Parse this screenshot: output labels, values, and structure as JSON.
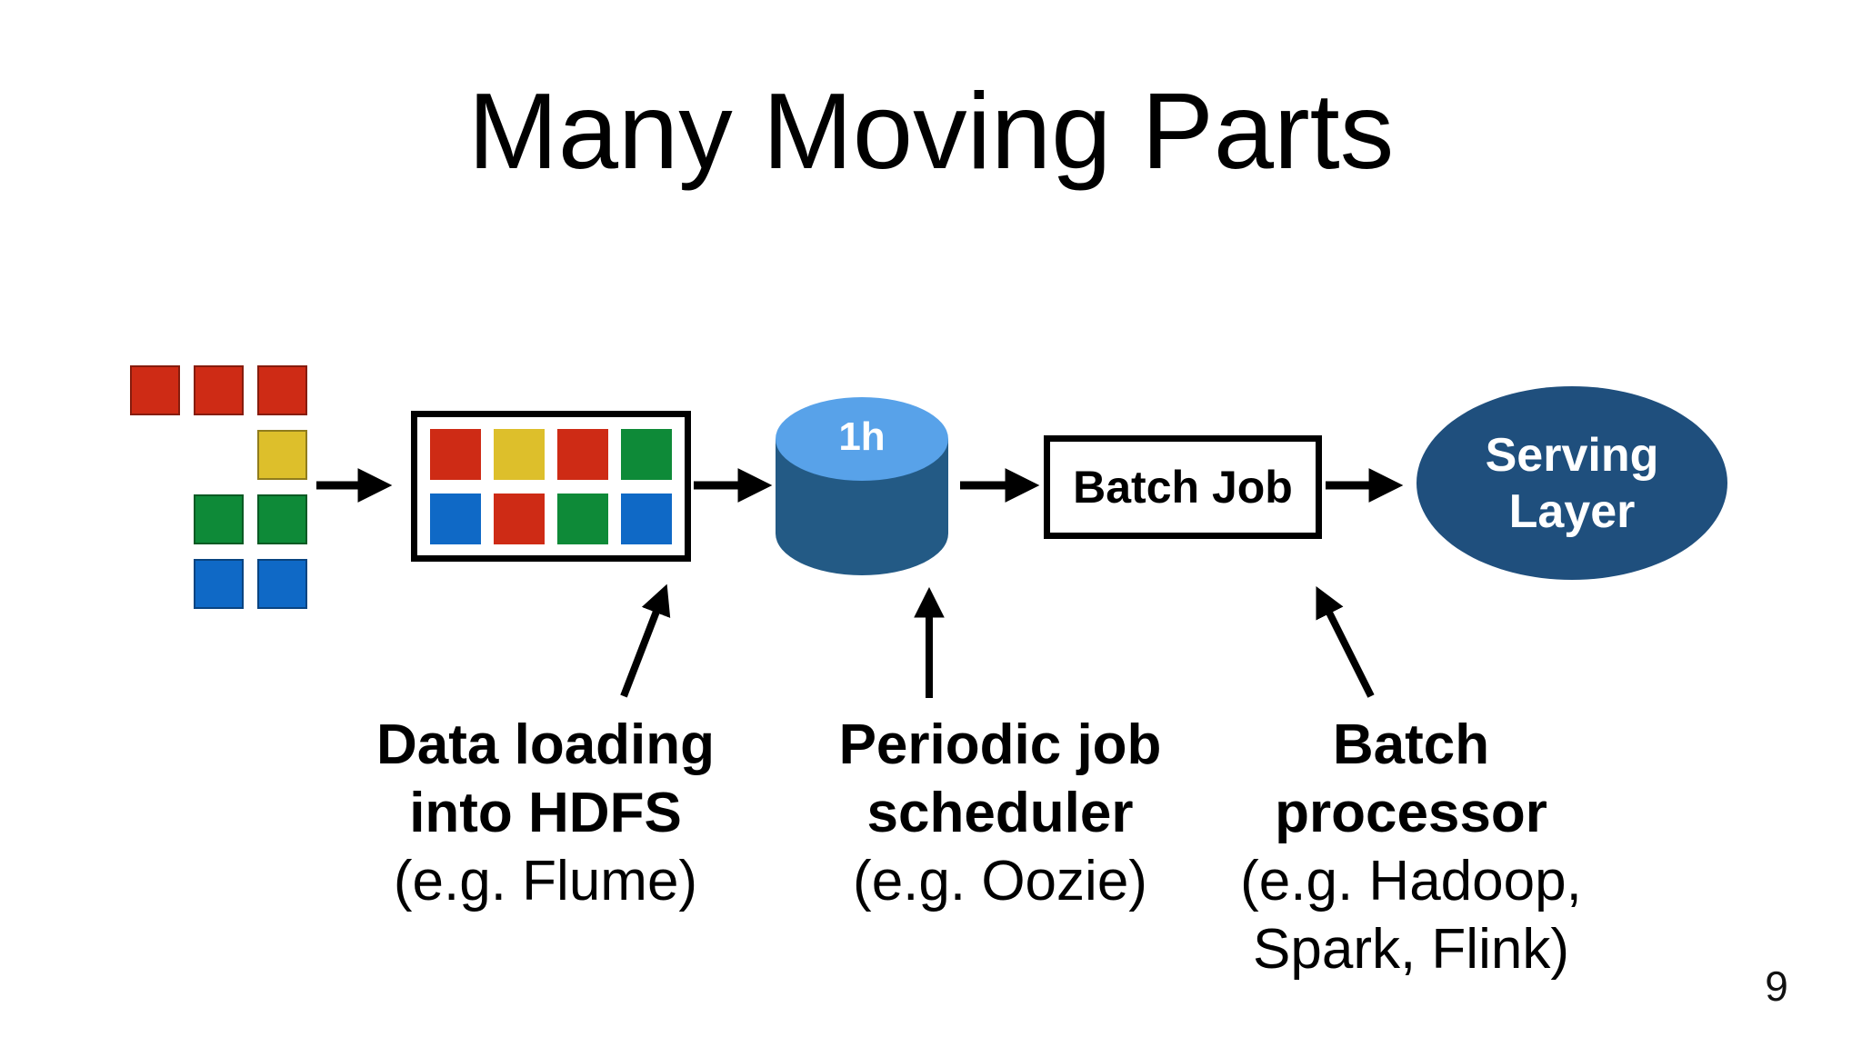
{
  "slide": {
    "title": "Many Moving Parts",
    "page_number": "9"
  },
  "palette": {
    "red": "#ce2b15",
    "yellow": "#ddbf2b",
    "green": "#0e8a38",
    "blue": "#0f69c6",
    "cylinder_top": "#58a2e9",
    "cylinder_body": "#235a85",
    "serving_fill": "#1f4f7d",
    "arrow": "#000000"
  },
  "diagram": {
    "source_grid": {
      "rows": [
        [
          "red",
          "red",
          "red"
        ],
        [
          null,
          null,
          "yellow"
        ],
        [
          null,
          "green",
          "green"
        ],
        [
          null,
          "blue",
          "blue"
        ]
      ]
    },
    "hdfs_box": {
      "rows": [
        [
          "red",
          "yellow",
          "red",
          "green"
        ],
        [
          "blue",
          "red",
          "green",
          "blue"
        ]
      ]
    },
    "cylinder": {
      "label": "1h"
    },
    "batch_job_box": {
      "label": "Batch Job"
    },
    "serving_ellipse": {
      "line1": "Serving",
      "line2": "Layer"
    }
  },
  "annotations": [
    {
      "bold_lines": [
        "Data loading",
        "into HDFS"
      ],
      "normal_lines": [
        "(e.g. Flume)"
      ]
    },
    {
      "bold_lines": [
        "Periodic job",
        "scheduler"
      ],
      "normal_lines": [
        "(e.g. Oozie)"
      ]
    },
    {
      "bold_lines": [
        "Batch",
        "processor"
      ],
      "normal_lines": [
        "(e.g. Hadoop,",
        "Spark, Flink)"
      ]
    }
  ]
}
